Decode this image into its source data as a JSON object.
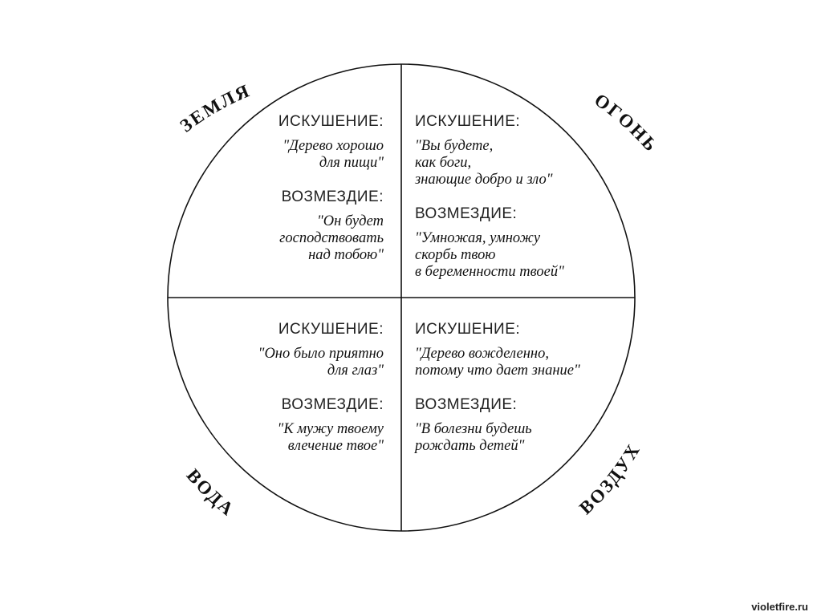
{
  "elements": {
    "earth": "ЗЕМЛЯ",
    "fire": "ОГОНЬ",
    "water": "ВОДА",
    "air": "ВОЗДУХ"
  },
  "quadrants": {
    "top_left": {
      "temptation_heading": "ИСКУШЕНИЕ:",
      "temptation_lines": [
        "\"Дерево хорошо",
        "для пищи\""
      ],
      "retribution_heading": "ВОЗМЕЗДИЕ:",
      "retribution_lines": [
        "\"Он будет",
        "господствовать",
        "над тобою\""
      ]
    },
    "top_right": {
      "temptation_heading": "ИСКУШЕНИЕ:",
      "temptation_lines": [
        "\"Вы будете,",
        "как боги,",
        "знающие добро и зло\""
      ],
      "retribution_heading": "ВОЗМЕЗДИЕ:",
      "retribution_lines": [
        "\"Умножая, умножу",
        "скорбь твою",
        "в беременности твоей\""
      ]
    },
    "bottom_left": {
      "temptation_heading": "ИСКУШЕНИЕ:",
      "temptation_lines": [
        "\"Оно было приятно",
        "для глаз\""
      ],
      "retribution_heading": "ВОЗМЕЗДИЕ:",
      "retribution_lines": [
        "\"К мужу твоему",
        "влечение твое\""
      ]
    },
    "bottom_right": {
      "temptation_heading": "ИСКУШЕНИЕ:",
      "temptation_lines": [
        "\"Дерево вожделенно,",
        "потому что дает знание\""
      ],
      "retribution_heading": "ВОЗМЕЗДИЕ:",
      "retribution_lines": [
        "\"В болезни будешь",
        "рождать детей\""
      ]
    }
  },
  "watermark": "violetfire.ru"
}
